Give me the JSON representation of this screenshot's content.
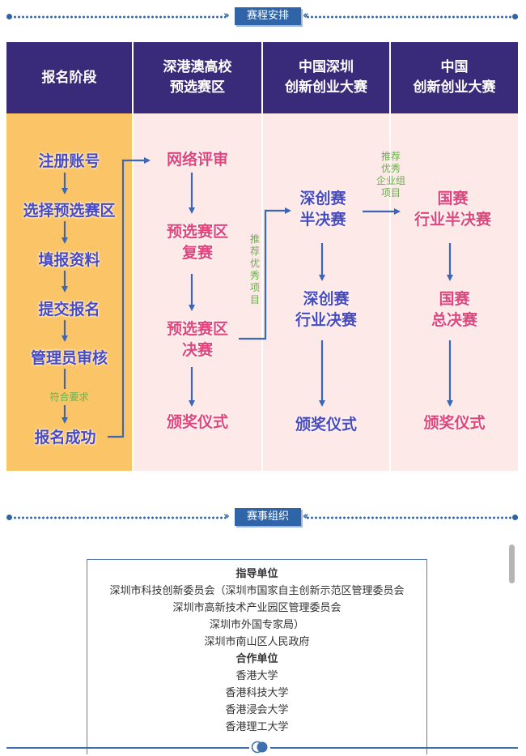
{
  "schedule_header": {
    "title": "赛程安排"
  },
  "columns": [
    {
      "title_line1": "报名阶段",
      "title_line2": ""
    },
    {
      "title_line1": "深港澳高校",
      "title_line2": "预选赛区"
    },
    {
      "title_line1": "中国深圳",
      "title_line2": "创新创业大赛"
    },
    {
      "title_line1": "中国",
      "title_line2": "创新创业大赛"
    }
  ],
  "registration_steps": [
    "注册账号",
    "选择预选赛区",
    "填报资料",
    "提交报名",
    "管理员审核",
    "报名成功"
  ],
  "condition_label": "符合要求",
  "prelim_steps": [
    {
      "line1": "网络评审",
      "line2": ""
    },
    {
      "line1": "预选赛区",
      "line2": "复赛"
    },
    {
      "line1": "预选赛区",
      "line2": "决赛"
    },
    {
      "line1": "颁奖仪式",
      "line2": ""
    }
  ],
  "recommend_label": [
    "推",
    "荐",
    "优",
    "秀",
    "项",
    "目"
  ],
  "shenzhen_steps": [
    {
      "line1": "深创赛",
      "line2": "半决赛"
    },
    {
      "line1": "深创赛",
      "line2": "行业决赛"
    },
    {
      "line1": "颁奖仪式",
      "line2": ""
    }
  ],
  "recommend_group_label": [
    "推荐",
    "优秀",
    "企业组",
    "项目"
  ],
  "national_steps": [
    {
      "line1": "国赛",
      "line2": "行业半决赛"
    },
    {
      "line1": "国赛",
      "line2": "总决赛"
    },
    {
      "line1": "颁奖仪式",
      "line2": ""
    }
  ],
  "organization_header": {
    "title": "赛事组织"
  },
  "organization": {
    "guiding_title": "指导单位",
    "guiding_units": [
      "深圳市科技创新委员会（深圳市国家自主创新示范区管理委员会",
      "深圳市高新技术产业园区管理委员会",
      "深圳市外国专家局）",
      "深圳市南山区人民政府"
    ],
    "partner_title": "合作单位",
    "partner_units": [
      "香港大学",
      "香港科技大学",
      "香港浸会大学",
      "香港理工大学"
    ]
  },
  "colors": {
    "accent_blue": "#2f65a8",
    "header_purple": "#3a2b7a",
    "registration_bg": "#fbc567",
    "stage_bg": "#fde9e7",
    "step_blue": "#4a4ac0",
    "step_pink": "#e0457c",
    "label_green": "#6ab04c"
  }
}
